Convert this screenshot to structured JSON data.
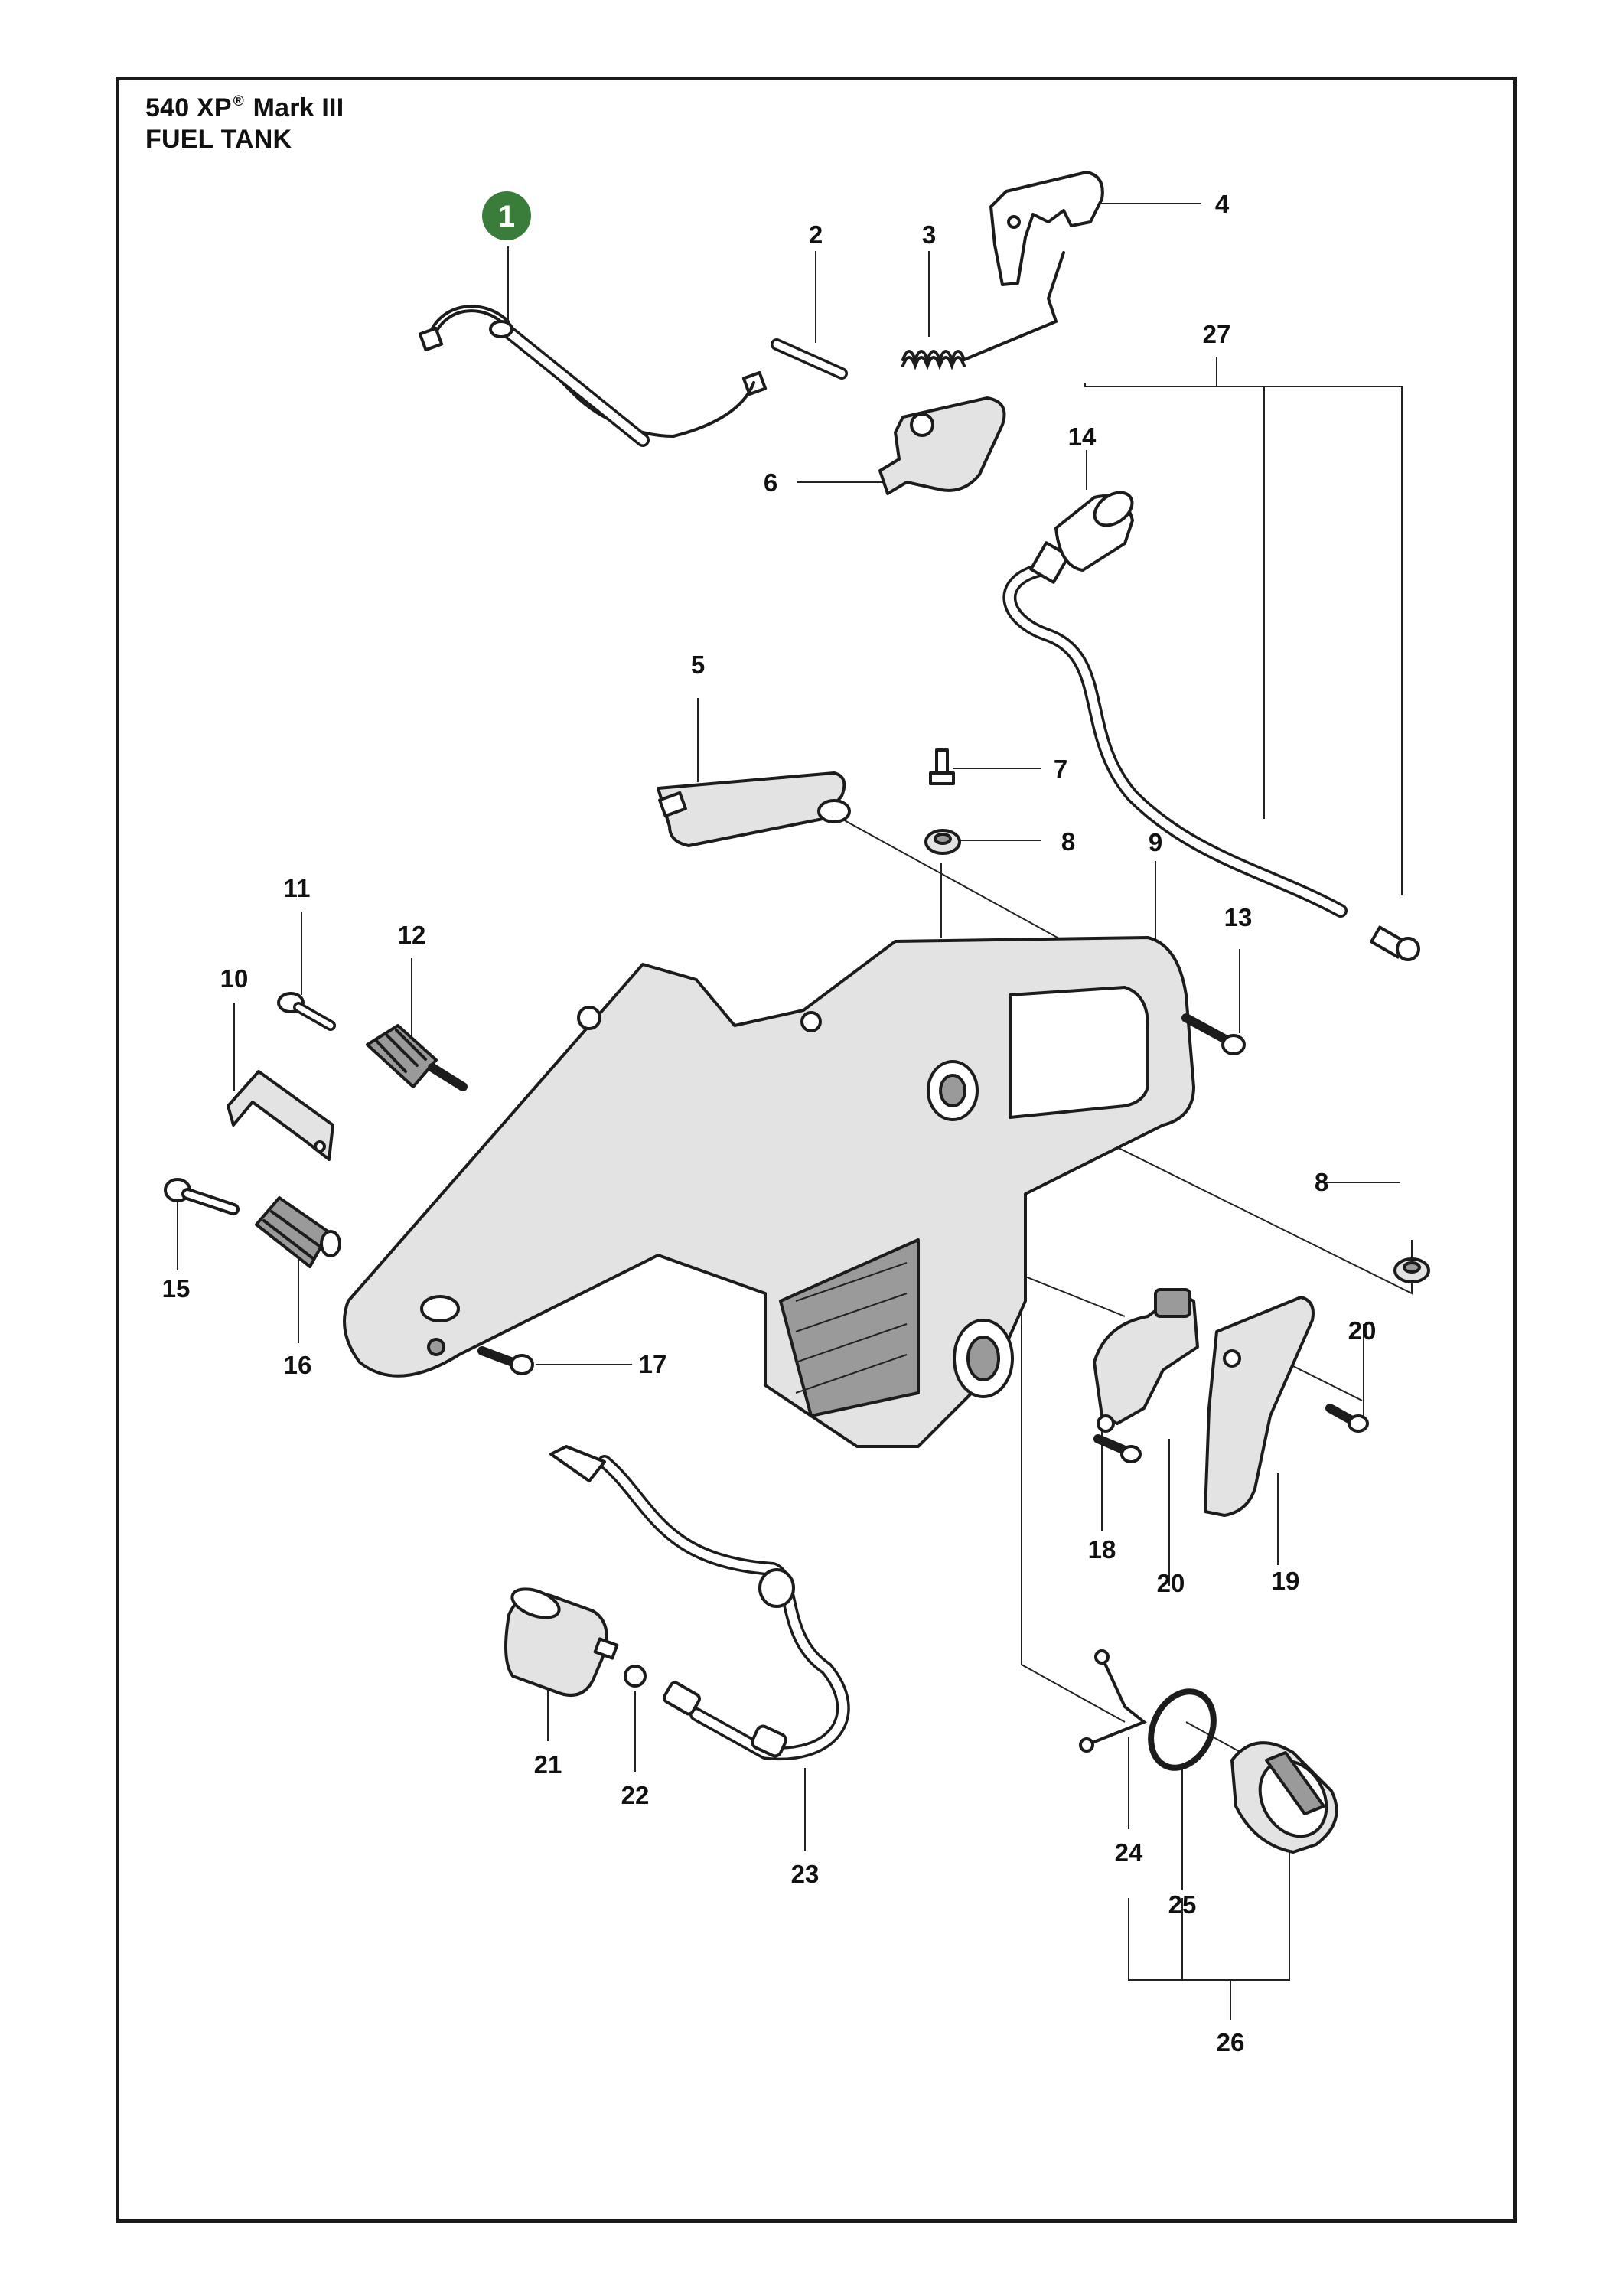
{
  "header": {
    "model": "540 XP",
    "registered": "®",
    "variant": "Mark III",
    "section": "FUEL TANK"
  },
  "badge": {
    "number": "1",
    "color": "#3a7d3a"
  },
  "callouts": [
    {
      "id": "2",
      "label": "2"
    },
    {
      "id": "3",
      "label": "3"
    },
    {
      "id": "4",
      "label": "4"
    },
    {
      "id": "5",
      "label": "5"
    },
    {
      "id": "6",
      "label": "6"
    },
    {
      "id": "7",
      "label": "7"
    },
    {
      "id": "8a",
      "label": "8"
    },
    {
      "id": "8b",
      "label": "8"
    },
    {
      "id": "9",
      "label": "9"
    },
    {
      "id": "10",
      "label": "10"
    },
    {
      "id": "11",
      "label": "11"
    },
    {
      "id": "12",
      "label": "12"
    },
    {
      "id": "13",
      "label": "13"
    },
    {
      "id": "14",
      "label": "14"
    },
    {
      "id": "15",
      "label": "15"
    },
    {
      "id": "16",
      "label": "16"
    },
    {
      "id": "17",
      "label": "17"
    },
    {
      "id": "18",
      "label": "18"
    },
    {
      "id": "19",
      "label": "19"
    },
    {
      "id": "20a",
      "label": "20"
    },
    {
      "id": "20b",
      "label": "20"
    },
    {
      "id": "21",
      "label": "21"
    },
    {
      "id": "22",
      "label": "22"
    },
    {
      "id": "23",
      "label": "23"
    },
    {
      "id": "24",
      "label": "24"
    },
    {
      "id": "25",
      "label": "25"
    },
    {
      "id": "26",
      "label": "26"
    },
    {
      "id": "27",
      "label": "27"
    }
  ]
}
